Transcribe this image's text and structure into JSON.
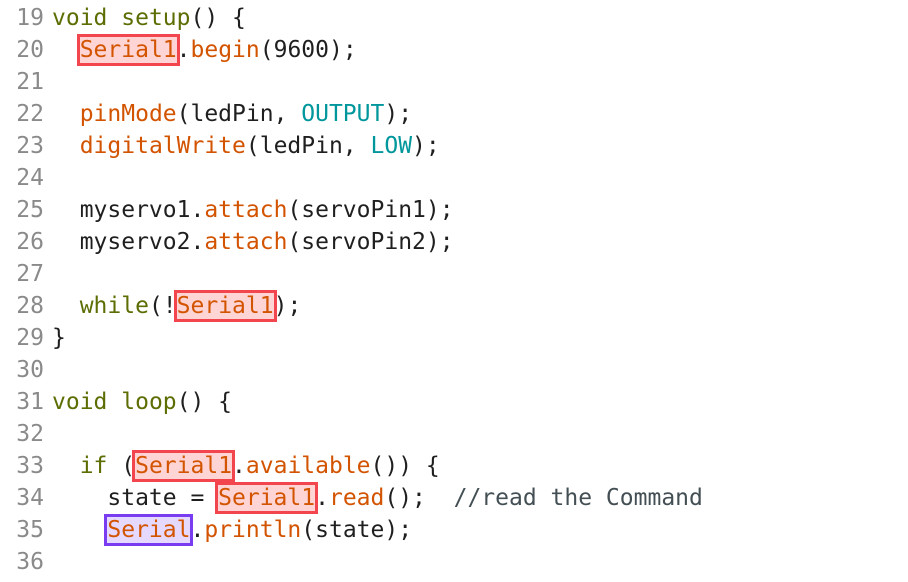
{
  "editor": {
    "colors": {
      "keyword": "#5e6d03",
      "function": "#d35400",
      "constant": "#00979c",
      "comment": "#434f54",
      "line_number": "#8a8a8a",
      "highlight_red": "#f2454e",
      "highlight_purple": "#7a3cf0"
    },
    "lines": [
      {
        "n": "19",
        "t": [
          "void",
          " ",
          "setup",
          "() {"
        ]
      },
      {
        "n": "20",
        "t": [
          "  ",
          "Serial1",
          ".",
          "begin",
          "(9600);"
        ]
      },
      {
        "n": "21",
        "t": []
      },
      {
        "n": "22",
        "t": [
          "  ",
          "pinMode",
          "(ledPin, ",
          "OUTPUT",
          ");"
        ]
      },
      {
        "n": "23",
        "t": [
          "  ",
          "digitalWrite",
          "(ledPin, ",
          "LOW",
          ");"
        ]
      },
      {
        "n": "24",
        "t": []
      },
      {
        "n": "25",
        "t": [
          "  myservo1.",
          "attach",
          "(servoPin1);"
        ]
      },
      {
        "n": "26",
        "t": [
          "  myservo2.",
          "attach",
          "(servoPin2);"
        ]
      },
      {
        "n": "27",
        "t": []
      },
      {
        "n": "28",
        "t": [
          "  ",
          "while",
          "(!",
          "Serial1",
          ");"
        ]
      },
      {
        "n": "29",
        "t": [
          "}"
        ]
      },
      {
        "n": "30",
        "t": []
      },
      {
        "n": "31",
        "t": [
          "void",
          " ",
          "loop",
          "() {"
        ]
      },
      {
        "n": "32",
        "t": []
      },
      {
        "n": "33",
        "t": [
          "  ",
          "if",
          " (",
          "Serial1",
          ".",
          "available",
          "()) {"
        ]
      },
      {
        "n": "34",
        "t": [
          "    state = ",
          "Serial1",
          ".",
          "read",
          "();  ",
          "//read the Command"
        ]
      },
      {
        "n": "35",
        "t": [
          "    ",
          "Serial",
          ".",
          "println",
          "(state);"
        ]
      },
      {
        "n": "36",
        "t": []
      }
    ]
  }
}
